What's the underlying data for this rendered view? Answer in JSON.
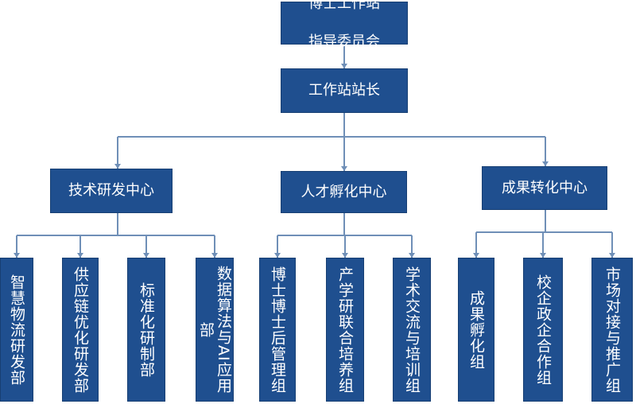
{
  "colors": {
    "box_fill": "#1f4f8f",
    "connector": "#6f8fb7",
    "text": "#ffffff"
  },
  "root": {
    "line1": "博士工作站",
    "line2": "指导委员会"
  },
  "head": "工作站站长",
  "centers": [
    {
      "label": "技术研发中心",
      "departments": [
        "智慧物流研发部",
        "供应链优化研发部",
        "标准化研制部",
        "数据算法与AI应用部"
      ]
    },
    {
      "label": "人才孵化中心",
      "departments": [
        "博士博士后管理组",
        "产学研联合培养组",
        "学术交流与培训组"
      ]
    },
    {
      "label": "成果转化中心",
      "departments": [
        "成果孵化组",
        "校企政企合作组",
        "市场对接与推广组"
      ]
    }
  ]
}
